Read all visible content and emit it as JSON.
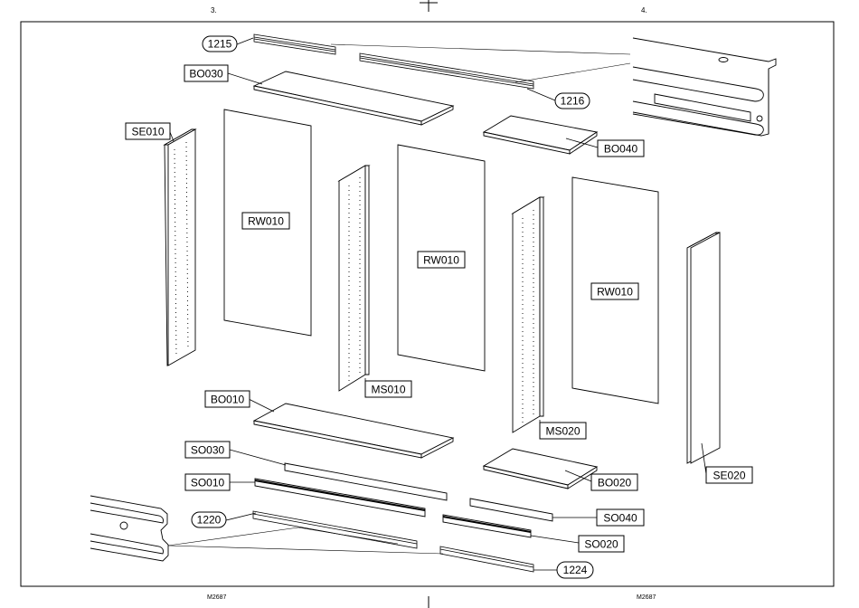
{
  "header": {
    "page_left": "3.",
    "page_right": "4."
  },
  "footer": {
    "code_left": "M2687",
    "code_right": "M2687"
  },
  "parts": {
    "p1215": "1215",
    "p1216": "1216",
    "p1220": "1220",
    "p1224": "1224",
    "bo030": "BO030",
    "bo040": "BO040",
    "bo010": "BO010",
    "bo020": "BO020",
    "se010": "SE010",
    "se020": "SE020",
    "rw010_a": "RW010",
    "rw010_b": "RW010",
    "rw010_c": "RW010",
    "ms010": "MS010",
    "ms020": "MS020",
    "so030": "SO030",
    "so010": "SO010",
    "so040": "SO040",
    "so020": "SO020"
  },
  "colors": {
    "line": "#000000",
    "panel": "#ffffff",
    "edge": "#333333"
  }
}
